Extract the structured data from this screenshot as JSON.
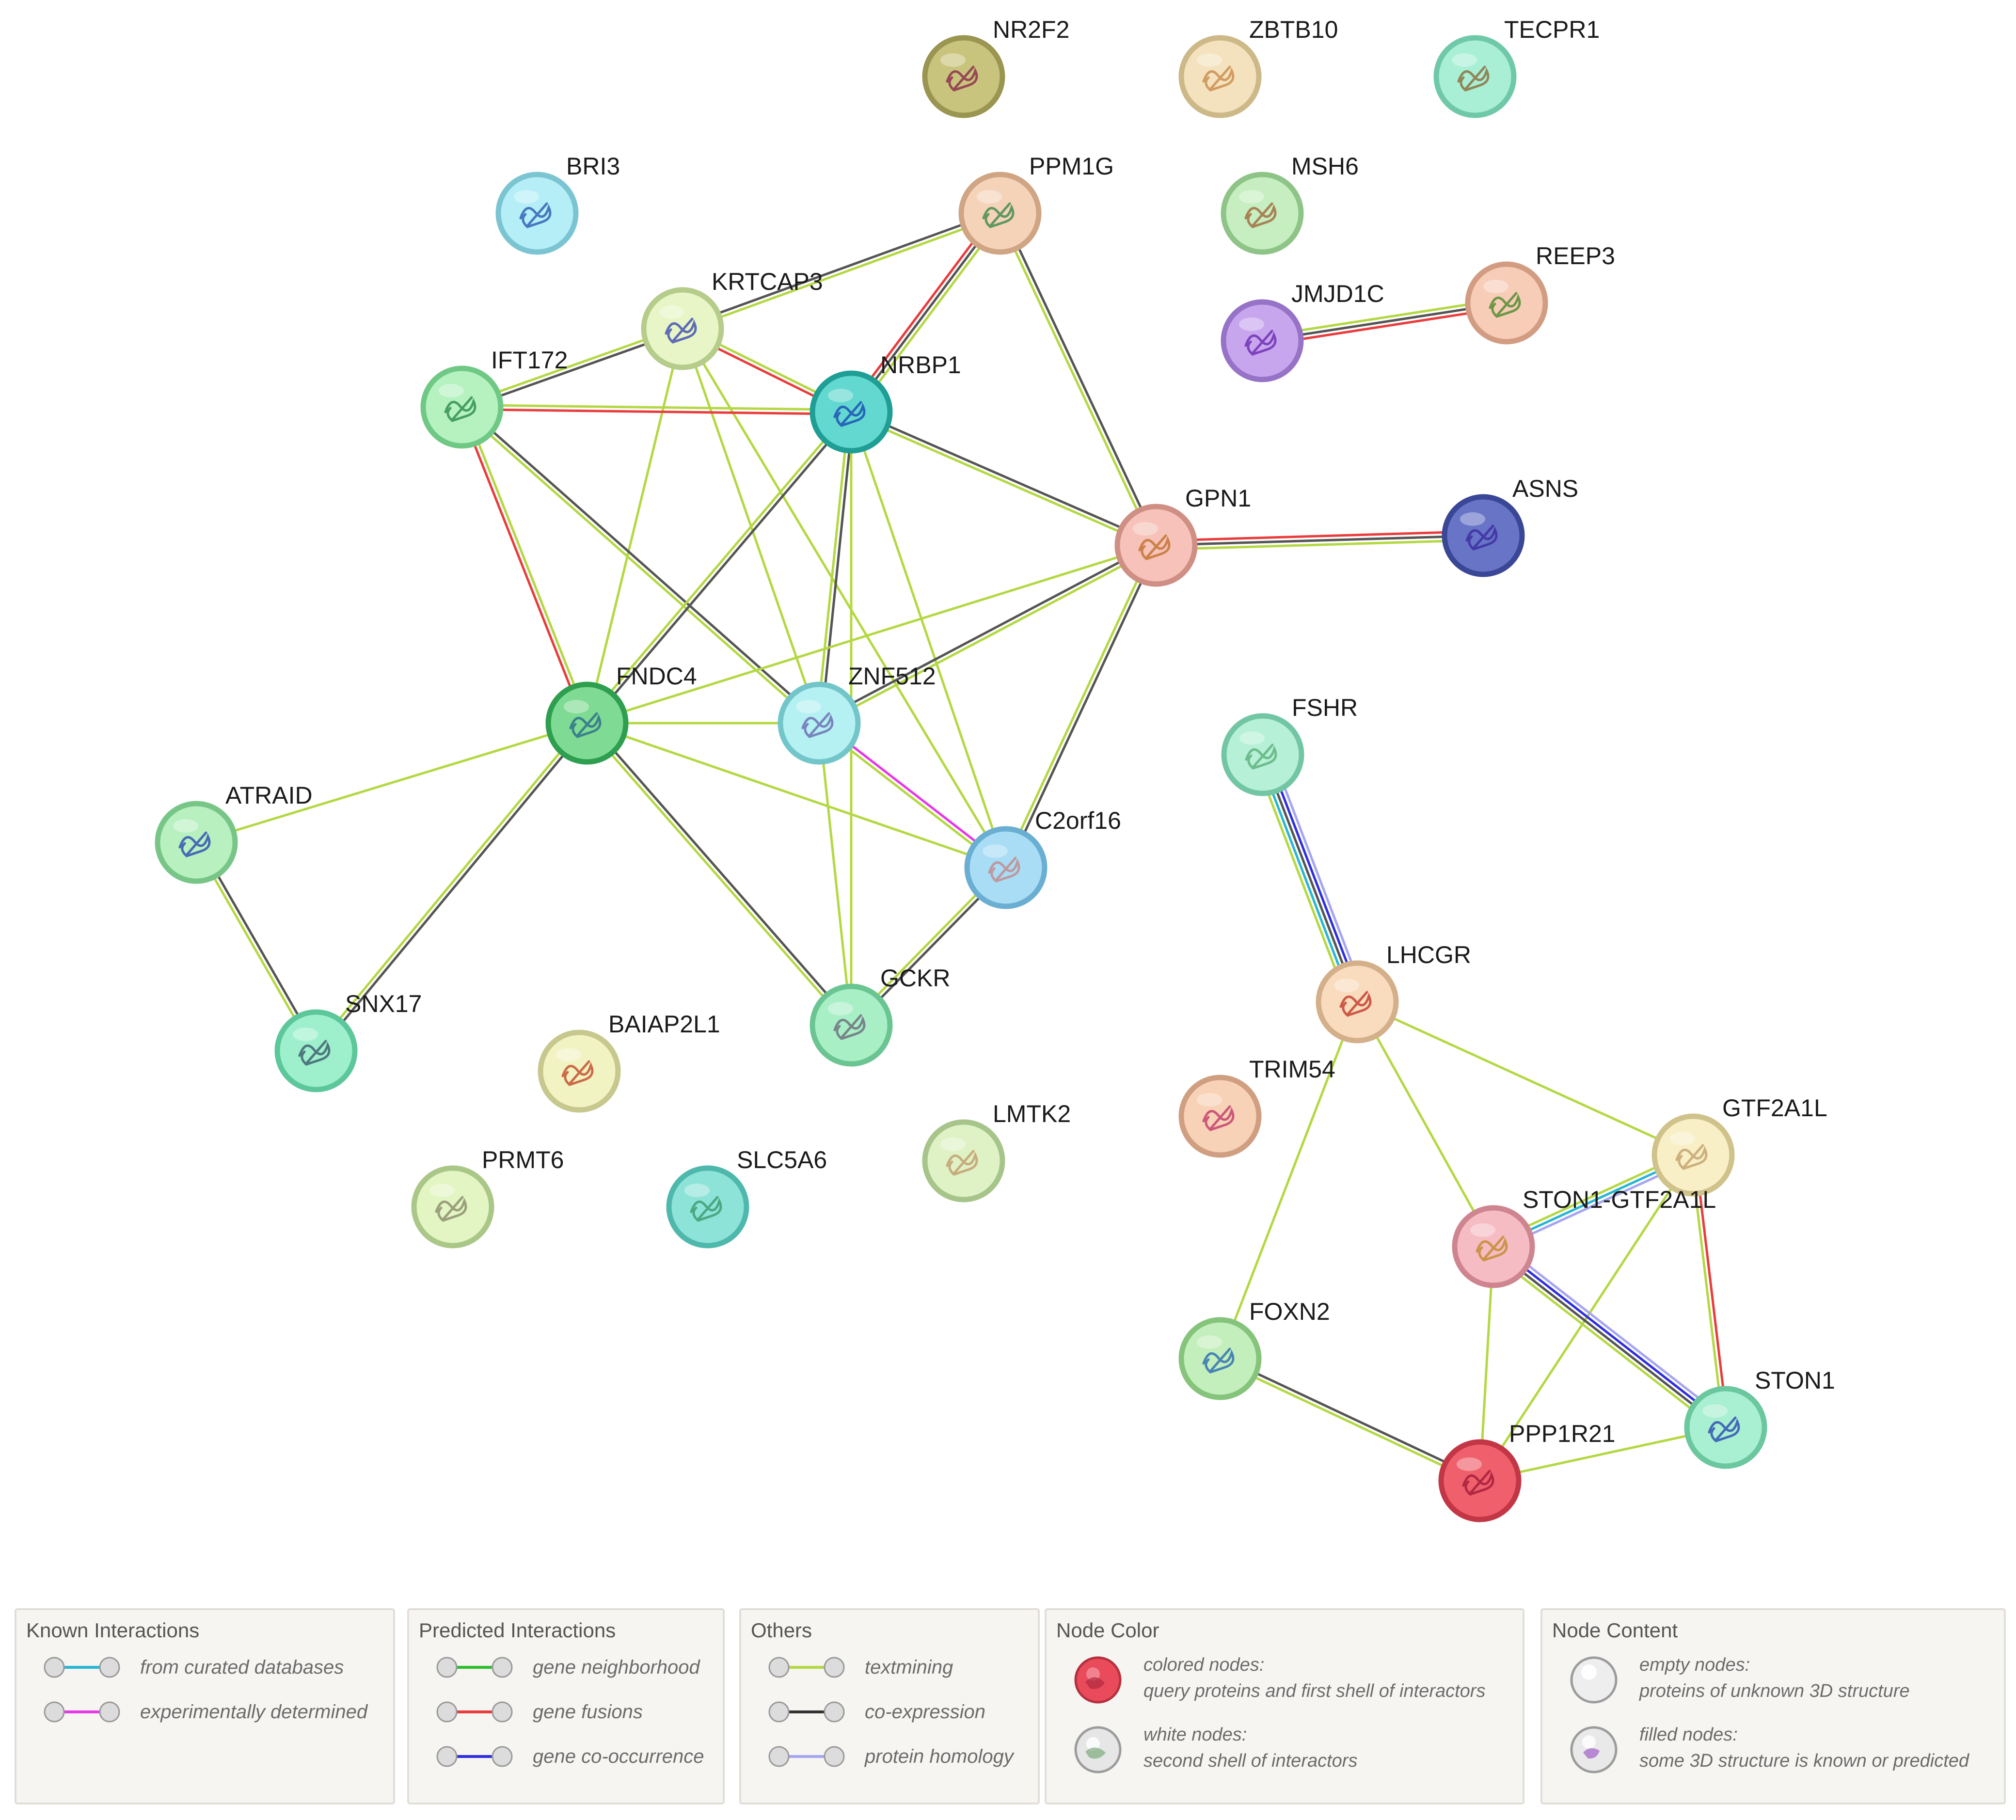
{
  "nodes": [
    {
      "id": "NR2F2",
      "label": "NR2F2",
      "fill": "#c9c47d",
      "stroke": "#9a9550",
      "content": "#8a2a4a"
    },
    {
      "id": "ZBTB10",
      "label": "ZBTB10",
      "fill": "#f3e2bd",
      "stroke": "#cdb887",
      "content": "#c98a4a"
    },
    {
      "id": "TECPR1",
      "label": "TECPR1",
      "fill": "#a9efd6",
      "stroke": "#6fc9a8",
      "content": "#8a6a3a"
    },
    {
      "id": "BRI3",
      "label": "BRI3",
      "fill": "#b5eef7",
      "stroke": "#7bc5d2",
      "content": "#2a5ab0"
    },
    {
      "id": "PPM1G",
      "label": "PPM1G",
      "fill": "#f5d3b9",
      "stroke": "#cfa584",
      "content": "#3a8a4a"
    },
    {
      "id": "MSH6",
      "label": "MSH6",
      "fill": "#c6eec0",
      "stroke": "#8fc488",
      "content": "#a0663a"
    },
    {
      "id": "KRTCAP3",
      "label": "KRTCAP3",
      "fill": "#e8f5c6",
      "stroke": "#b5cc8a",
      "content": "#3a4ab0"
    },
    {
      "id": "JMJD1C",
      "label": "JMJD1C",
      "fill": "#c8a6ee",
      "stroke": "#9673c6",
      "content": "#6a2ab0"
    },
    {
      "id": "REEP3",
      "label": "REEP3",
      "fill": "#f7cdb8",
      "stroke": "#d29c82",
      "content": "#4a8a2a"
    },
    {
      "id": "IFT172",
      "label": "IFT172",
      "fill": "#b5f2c0",
      "stroke": "#6fc985",
      "content": "#2a8a4a"
    },
    {
      "id": "NRBP1",
      "label": "NRBP1",
      "fill": "#62d8d0",
      "stroke": "#1f9e96",
      "content": "#1a4ab0"
    },
    {
      "id": "GPN1",
      "label": "GPN1",
      "fill": "#f6c2b9",
      "stroke": "#cf8f84",
      "content": "#c0702a"
    },
    {
      "id": "ASNS",
      "label": "ASNS",
      "fill": "#6874c6",
      "stroke": "#3a4696",
      "content": "#3a2aa0"
    },
    {
      "id": "FNDC4",
      "label": "FNDC4",
      "fill": "#7fdb93",
      "stroke": "#2e9f4f",
      "content": "#2a6a8a"
    },
    {
      "id": "ZNF512",
      "label": "ZNF512",
      "fill": "#b5f0f2",
      "stroke": "#72c6c9",
      "content": "#6a6ab0"
    },
    {
      "id": "ATRAID",
      "label": "ATRAID",
      "fill": "#b8f0c0",
      "stroke": "#78c687",
      "content": "#2a4ab0"
    },
    {
      "id": "C2orf16",
      "label": "C2orf16",
      "fill": "#a9dcf5",
      "stroke": "#6aaed2",
      "content": "#c08a8a"
    },
    {
      "id": "FSHR",
      "label": "FSHR",
      "fill": "#b6f0d6",
      "stroke": "#72c6a3",
      "content": "#5ab07a"
    },
    {
      "id": "SNX17",
      "label": "SNX17",
      "fill": "#9ef0cd",
      "stroke": "#5cc79a",
      "content": "#3a5a6a"
    },
    {
      "id": "BAIAP2L1",
      "label": "BAIAP2L1",
      "fill": "#f2f3c3",
      "stroke": "#c6c88d",
      "content": "#c04a2a"
    },
    {
      "id": "GCKR",
      "label": "GCKR",
      "fill": "#a9efc6",
      "stroke": "#6bc593",
      "content": "#6a6a7a"
    },
    {
      "id": "LHCGR",
      "label": "LHCGR",
      "fill": "#f9dcbd",
      "stroke": "#d4b08a",
      "content": "#c03a2a"
    },
    {
      "id": "TRIM54",
      "label": "TRIM54",
      "fill": "#f8d2b6",
      "stroke": "#d09f82",
      "content": "#c03a6a"
    },
    {
      "id": "LMTK2",
      "label": "LMTK2",
      "fill": "#dff2c5",
      "stroke": "#a7c58a",
      "content": "#c09a6a"
    },
    {
      "id": "GTF2A1L",
      "label": "GTF2A1L",
      "fill": "#f8efc6",
      "stroke": "#cfc28a",
      "content": "#c0a06a"
    },
    {
      "id": "PRMT6",
      "label": "PRMT6",
      "fill": "#e2f5c2",
      "stroke": "#aac788",
      "content": "#8a8a6a"
    },
    {
      "id": "SLC5A6",
      "label": "SLC5A6",
      "fill": "#8ee3d9",
      "stroke": "#4fb8ad",
      "content": "#3a9a6a"
    },
    {
      "id": "STON1-GTF2A1L",
      "label": "STON1-GTF2A1L",
      "fill": "#f5bcc3",
      "stroke": "#cf8590",
      "content": "#c08a2a"
    },
    {
      "id": "FOXN2",
      "label": "FOXN2",
      "fill": "#c3efbc",
      "stroke": "#86c47c",
      "content": "#2a6ab0"
    },
    {
      "id": "STON1",
      "label": "STON1",
      "fill": "#a9efd2",
      "stroke": "#6ac79e",
      "content": "#2a4ab0"
    },
    {
      "id": "PPP1R21",
      "label": "PPP1R21",
      "fill": "#f0606c",
      "stroke": "#c23646",
      "content": "#a01a3a"
    }
  ],
  "edges": [
    {
      "source": "PPM1G",
      "target": "KRTCAP3",
      "types": [
        "textmining",
        "coexpression"
      ]
    },
    {
      "source": "PPM1G",
      "target": "NRBP1",
      "types": [
        "textmining",
        "coexpression",
        "fusion"
      ]
    },
    {
      "source": "PPM1G",
      "target": "GPN1",
      "types": [
        "coexpression",
        "textmining"
      ]
    },
    {
      "source": "JMJD1C",
      "target": "REEP3",
      "types": [
        "textmining",
        "coexpression",
        "fusion"
      ]
    },
    {
      "source": "KRTCAP3",
      "target": "IFT172",
      "types": [
        "coexpression",
        "textmining"
      ]
    },
    {
      "source": "KRTCAP3",
      "target": "NRBP1",
      "types": [
        "textmining",
        "fusion"
      ]
    },
    {
      "source": "KRTCAP3",
      "target": "FNDC4",
      "types": [
        "textmining"
      ]
    },
    {
      "source": "KRTCAP3",
      "target": "ZNF512",
      "types": [
        "textmining"
      ]
    },
    {
      "source": "KRTCAP3",
      "target": "C2orf16",
      "types": [
        "textmining"
      ]
    },
    {
      "source": "IFT172",
      "target": "NRBP1",
      "types": [
        "textmining",
        "fusion"
      ]
    },
    {
      "source": "IFT172",
      "target": "FNDC4",
      "types": [
        "textmining",
        "fusion"
      ]
    },
    {
      "source": "IFT172",
      "target": "ZNF512",
      "types": [
        "coexpression",
        "textmining"
      ]
    },
    {
      "source": "NRBP1",
      "target": "GPN1",
      "types": [
        "coexpression",
        "textmining"
      ]
    },
    {
      "source": "NRBP1",
      "target": "FNDC4",
      "types": [
        "coexpression",
        "textmining"
      ]
    },
    {
      "source": "NRBP1",
      "target": "ZNF512",
      "types": [
        "coexpression",
        "textmining"
      ]
    },
    {
      "source": "NRBP1",
      "target": "C2orf16",
      "types": [
        "textmining"
      ]
    },
    {
      "source": "NRBP1",
      "target": "GCKR",
      "types": [
        "textmining"
      ]
    },
    {
      "source": "GPN1",
      "target": "ASNS",
      "types": [
        "fusion",
        "coexpression",
        "textmining"
      ]
    },
    {
      "source": "GPN1",
      "target": "FNDC4",
      "types": [
        "textmining"
      ]
    },
    {
      "source": "GPN1",
      "target": "ZNF512",
      "types": [
        "textmining",
        "coexpression"
      ]
    },
    {
      "source": "GPN1",
      "target": "C2orf16",
      "types": [
        "coexpression",
        "textmining"
      ]
    },
    {
      "source": "FNDC4",
      "target": "ZNF512",
      "types": [
        "textmining"
      ]
    },
    {
      "source": "FNDC4",
      "target": "C2orf16",
      "types": [
        "textmining"
      ]
    },
    {
      "source": "FNDC4",
      "target": "GCKR",
      "types": [
        "coexpression",
        "textmining"
      ]
    },
    {
      "source": "FNDC4",
      "target": "ATRAID",
      "types": [
        "textmining"
      ]
    },
    {
      "source": "FNDC4",
      "target": "SNX17",
      "types": [
        "coexpression",
        "textmining"
      ]
    },
    {
      "source": "ZNF512",
      "target": "C2orf16",
      "types": [
        "experimental",
        "textmining"
      ]
    },
    {
      "source": "ZNF512",
      "target": "GCKR",
      "types": [
        "textmining"
      ]
    },
    {
      "source": "C2orf16",
      "target": "GCKR",
      "types": [
        "coexpression",
        "textmining"
      ]
    },
    {
      "source": "ATRAID",
      "target": "SNX17",
      "types": [
        "coexpression",
        "textmining"
      ]
    },
    {
      "source": "FSHR",
      "target": "LHCGR",
      "types": [
        "homology",
        "cooccurrence",
        "coexpression",
        "curated",
        "textmining"
      ]
    },
    {
      "source": "LHCGR",
      "target": "GTF2A1L",
      "types": [
        "textmining"
      ]
    },
    {
      "source": "LHCGR",
      "target": "STON1-GTF2A1L",
      "types": [
        "textmining"
      ]
    },
    {
      "source": "LHCGR",
      "target": "FOXN2",
      "types": [
        "textmining"
      ]
    },
    {
      "source": "GTF2A1L",
      "target": "STON1-GTF2A1L",
      "types": [
        "homology",
        "curated",
        "textmining"
      ]
    },
    {
      "source": "GTF2A1L",
      "target": "STON1",
      "types": [
        "fusion",
        "textmining"
      ]
    },
    {
      "source": "GTF2A1L",
      "target": "PPP1R21",
      "types": [
        "textmining"
      ]
    },
    {
      "source": "STON1-GTF2A1L",
      "target": "STON1",
      "types": [
        "homology",
        "cooccurrence",
        "coexpression",
        "textmining"
      ]
    },
    {
      "source": "STON1-GTF2A1L",
      "target": "PPP1R21",
      "types": [
        "textmining"
      ]
    },
    {
      "source": "FOXN2",
      "target": "PPP1R21",
      "types": [
        "coexpression",
        "textmining"
      ]
    },
    {
      "source": "PPP1R21",
      "target": "STON1",
      "types": [
        "textmining"
      ]
    }
  ],
  "edge_colors": {
    "curated": "#27b6d4",
    "experimental": "#e639e6",
    "neighborhood": "#2bbf2b",
    "fusion": "#ea3c3c",
    "cooccurrence": "#2f2fe0",
    "textmining": "#b4d843",
    "coexpression": "#555555",
    "homology": "#a5a5f2"
  },
  "legend": {
    "known": {
      "title": "Known Interactions",
      "items": [
        {
          "text": "from curated databases",
          "color": "#27b6d4"
        },
        {
          "text": "experimentally determined",
          "color": "#e639e6"
        }
      ]
    },
    "predicted": {
      "title": "Predicted Interactions",
      "items": [
        {
          "text": "gene neighborhood",
          "color": "#2bbf2b"
        },
        {
          "text": "gene fusions",
          "color": "#ea3c3c"
        },
        {
          "text": "gene co-occurrence",
          "color": "#2f2fe0"
        }
      ]
    },
    "others": {
      "title": "Others",
      "items": [
        {
          "text": "textmining",
          "color": "#b4d843"
        },
        {
          "text": "co-expression",
          "color": "#333333"
        },
        {
          "text": "protein homology",
          "color": "#a5a5f2"
        }
      ]
    },
    "node_color": {
      "title": "Node Color",
      "colored_label": "colored nodes:",
      "colored_desc": "query proteins and first shell of interactors",
      "white_label": "white nodes:",
      "white_desc": "second shell of interactors"
    },
    "node_content": {
      "title": "Node Content",
      "empty_label": "empty nodes:",
      "empty_desc": "proteins of unknown 3D structure",
      "filled_label": "filled nodes:",
      "filled_desc": "some 3D structure is known or predicted"
    }
  }
}
